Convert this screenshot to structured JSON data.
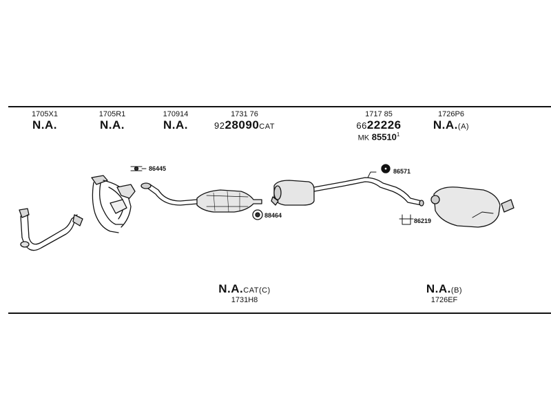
{
  "top_columns": [
    {
      "code": "1705X1",
      "main": "N.A.",
      "suffix": ""
    },
    {
      "code": "1705R1",
      "main": "N.A.",
      "suffix": ""
    },
    {
      "code": "170914",
      "main": "N.A.",
      "suffix": ""
    },
    {
      "code": "1731 76",
      "prefix": "92",
      "main": "28090",
      "suffix": "CAT"
    },
    {
      "code": "1717 85",
      "prefix": "66",
      "main": "22226",
      "suffix": "",
      "sub_prefix": "MK",
      "sub": "85510",
      "sub_sup": "1"
    },
    {
      "code": "1726P6",
      "main": "N.A.",
      "suffix": "(A)"
    }
  ],
  "clamps": {
    "c1": "86445",
    "c2": "88464",
    "c3": "86571",
    "c4": "86219"
  },
  "bottom_columns": [
    {
      "main": "N.A.",
      "suffix": "CAT(C)",
      "code": "1731H8"
    },
    {
      "main": "N.A.",
      "suffix": "(B)",
      "code": "1726EF"
    }
  ]
}
